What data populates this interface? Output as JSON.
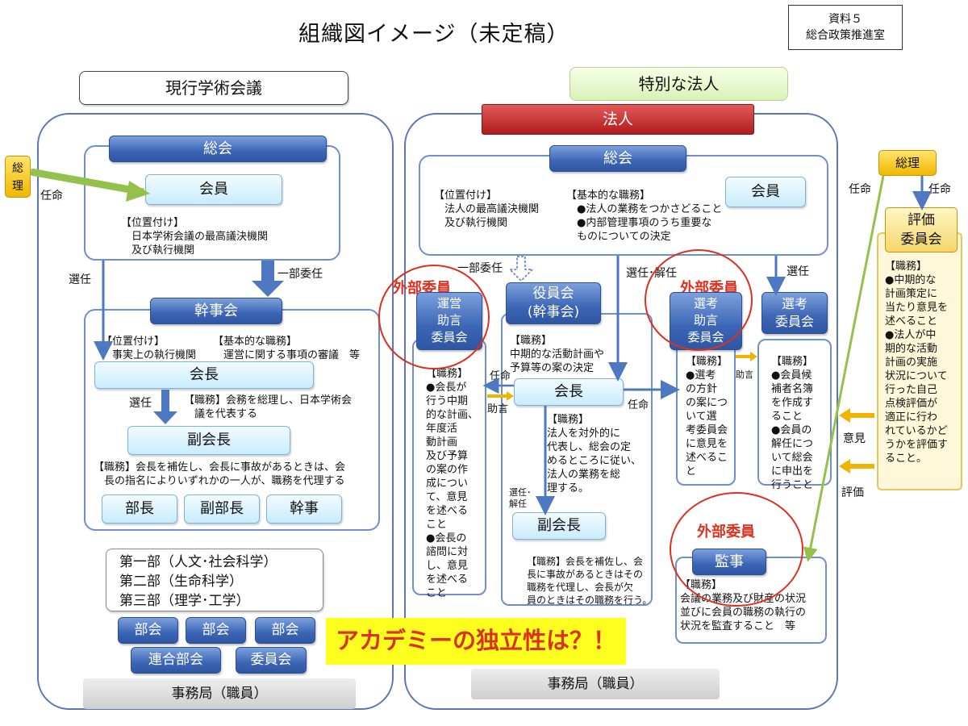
{
  "header": {
    "title": "組織図イメージ（未定稿）",
    "doc_line1": "資料５",
    "doc_line2": "総合政策推進室"
  },
  "left": {
    "heading": "現行学術会議",
    "sori": "総\n理",
    "ninmei": "任命",
    "sokai": "総会",
    "kaiin": "会員",
    "sokai_pos": "【位置付け】\n　日本学術会議の最高議決機関\n　及び執行機関",
    "sennin": "選任",
    "ichibu": "一部委任",
    "kanjikai": "幹事会",
    "kanji_pos": "【位置付け】\n　事実上の執行機関",
    "kanji_duty": "【基本的な職務】\n　運営に関する事項の審議　等",
    "kaicho": "会長",
    "sennin2": "選任",
    "kaicho_duty": "【職務】会務を総理し、日本学術会\n　議を代表する",
    "fukukaicho": "副会長",
    "fuku_duty": "【職務】会長を補佐し、会長に事故があるときは、会\n　長の指名によりいずれかの一人が、職務を代理する",
    "bucho": "部長",
    "fukubucho": "副部長",
    "kanji": "幹事",
    "bu": "第一部（人文･社会科学）\n第二部（生命科学）\n第三部（理学･工学）",
    "bukai1": "部会",
    "bukai2": "部会",
    "bukai3": "部会",
    "rengo": "連合部会",
    "iinkai": "委員会",
    "jimu": "事務局（職員）"
  },
  "right": {
    "heading": "特別な法人",
    "hojin": "法人",
    "sokai": "総会",
    "kaiin": "会員",
    "pos": "【位置付け】\n　法人の最高議決機関\n　及び執行機関",
    "duty": "【基本的な職務】\n　●法人の業務をつかさどること\n　●内部管理事項のうち重要な\n　ものについての決定",
    "ichibu": "一部委任",
    "sennin_kainin": "選任･解任",
    "sennin": "選任",
    "gaibu1": "外部委員",
    "gaibu2": "外部委員",
    "gaibu3": "外部委員",
    "unei": "運営\n助言\n委員会",
    "unei_duty": "【職務】\n●会長が\n行う中期\n的な計画、\n年度活\n動計画\n及び予算\nの案の作\n成につい\nて、意見\nを述べる\nこと\n●会長の\n諮問に対\nし、意見\nを述べる\nこと",
    "yakuin": "役員会\n(幹事会)",
    "yakuin_duty": "【職務】\n中期的な活動計画や\n予算等の案の決定",
    "ninmei": "任命",
    "jogen": "助言",
    "kaicho": "会長",
    "ninmei2": "任命",
    "kaicho_duty": "【職務】\n法人を対外的に\n代表し、総会の定\nめるところに従い、\n法人の業務を総\n理する。",
    "sennin_kainin2": "選任･\n解任",
    "fukukaicho": "副会長",
    "fuku_duty": "【職務】会長を補佐し、会\n長に事故があるときはその\n職務を代理し、会長が欠\n員のときはその職務を行う。",
    "senko_jogen": "選考\n助言\n委員会",
    "senko_jogen_duty": "【職務】\n●選考\nの方針\nの案につ\nいて選\n考委員会\nに意見を\n述べるこ\nと",
    "jogen2": "助言",
    "senko": "選考\n委員会",
    "senko_duty": "【職務】\n●会員候\n補者名簿\nを作成す\nること\n●会員の\n解任につ\nいて総会\nに申出を\n行うこと",
    "kanji": "監事",
    "kanji_duty": "【職務】\n会議の業務及び財産の状況\n並びに会員の職務の執行の\n状況を監査すること　等",
    "banner": "アカデミーの独立性は？！",
    "jimu": "事務局（職員）"
  },
  "far_right": {
    "sori": "総理",
    "ninmei_left": "任命",
    "ninmei_right": "任命",
    "hyoka": "評価\n委員会",
    "hyoka_duty": "【職務】\n●中期的な\n計画策定に\n当たり意見を\n述べること\n●法人が中\n期的な活動\n計画の実施\n状況について\n行った自己\n点検評価が\n適正に行わ\nれているかど\nうかを評価す\nること。",
    "iken": "意見",
    "hyoka_label": "評価"
  },
  "colors": {
    "blue": "#3b65b5",
    "red": "#b01b1b",
    "accent_red": "#e0301e",
    "yellow": "#ffff1f",
    "gold": "#f0b800",
    "green_arrow": "#94c14a"
  }
}
